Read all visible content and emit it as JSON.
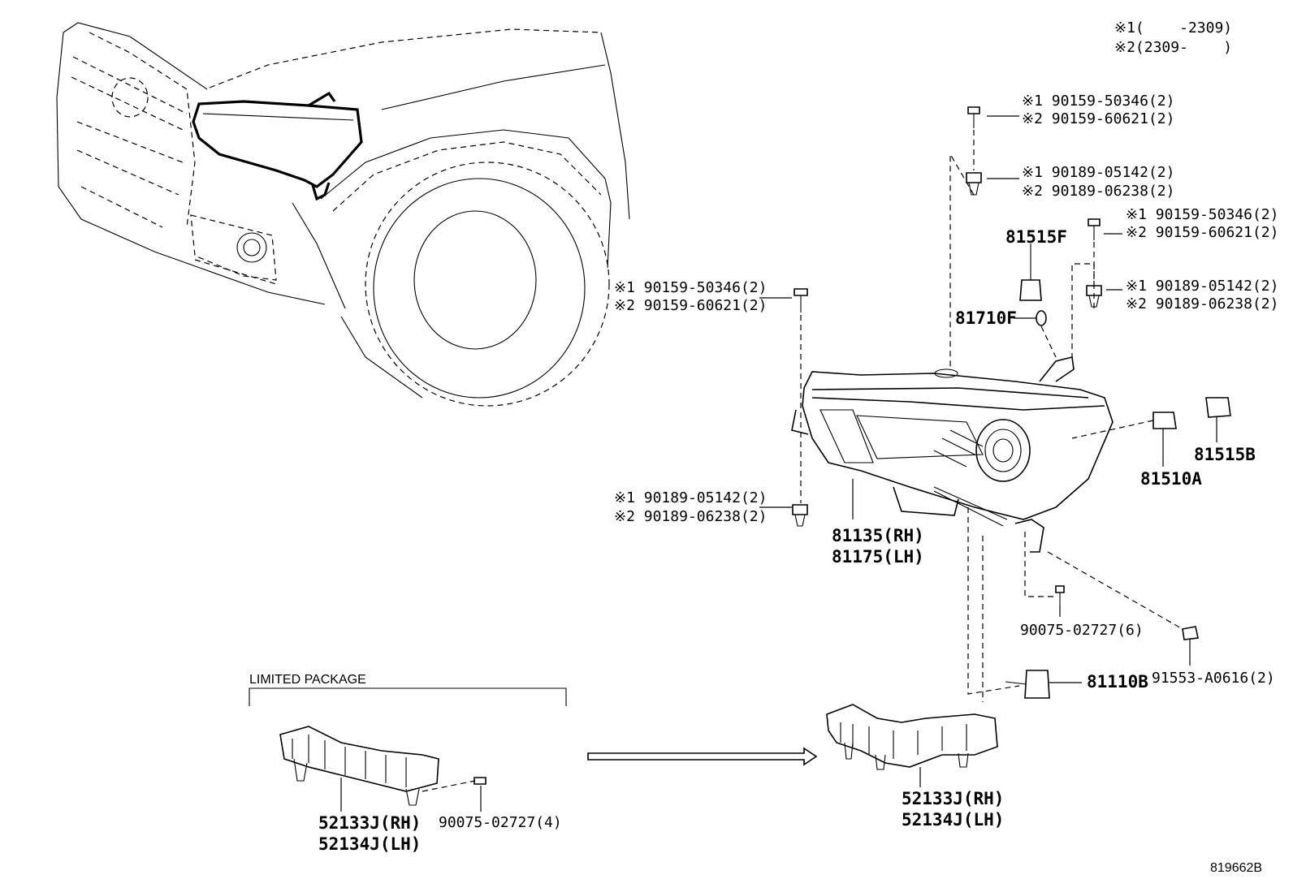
{
  "notes": {
    "note1": "※1(    -2309)",
    "note2": "※2(2309-    )"
  },
  "labels": {
    "bolt_top_a": "※1 90159-50346(2)",
    "bolt_top_b": "※2 90159-60621(2)",
    "nut_top_a": "※1 90189-05142(2)",
    "nut_top_b": "※2 90189-06238(2)",
    "bolt_right_a": "※1 90159-50346(2)",
    "bolt_right_b": "※2 90159-60621(2)",
    "nut_right_a": "※1 90189-05142(2)",
    "nut_right_b": "※2 90189-06238(2)",
    "bolt_left_a": "※1 90159-50346(2)",
    "bolt_left_b": "※2 90159-60621(2)",
    "nut_left_a": "※1 90189-05142(2)",
    "nut_left_b": "※2 90189-06238(2)",
    "bulb_81515F": "81515F",
    "socket_81710F": "81710F",
    "socket_81510A": "81510A",
    "bulb_81515B": "81515B",
    "headlamp_rh": "81135(RH)",
    "headlamp_lh": "81175(LH)",
    "screw_90075_6": "90075-02727(6)",
    "screw_91553": "91553-A0616(2)",
    "bulb_81110B": "81110B",
    "bracket_rh": "52133J(RH)",
    "bracket_lh": "52134J(LH)",
    "limited_package": "LIMITED PACKAGE",
    "ltd_bracket_rh": "52133J(RH)",
    "ltd_bracket_lh": "52134J(LH)",
    "screw_90075_4": "90075-02727(4)",
    "diagram_id": "819662B"
  }
}
